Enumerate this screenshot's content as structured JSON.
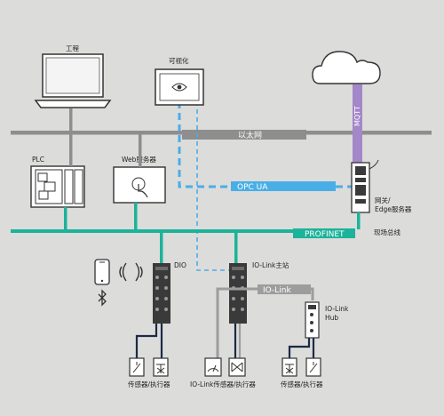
{
  "colors": {
    "background": "#dcdcdb",
    "ethernet": "#8e8e8e",
    "profinet": "#1bb39a",
    "opcua": "#4aaee6",
    "mqtt": "#a487c9",
    "io_link": "#9d9d9d",
    "sensor_line": "#1c2a44",
    "device_dark": "#3a3a3a"
  },
  "labels": {
    "engineering": "工程",
    "visualization": "可视化",
    "plc": "PLC",
    "web_server": "Web服务器",
    "gateway": "网关/\nEdge服务器",
    "fieldbus": "现场总线",
    "dio": "DIO",
    "io_link_master": "IO-Link主站",
    "io_link_hub": "IO-Link\nHub",
    "sensor_actuator_left": "传感器/执行器",
    "io_link_sensor_actuator": "IO-Link传感器/执行器",
    "sensor_actuator_right": "传感器/执行器"
  },
  "bands": {
    "ethernet": "以太网",
    "opcua": "OPC UA",
    "profinet": "PROFINET",
    "io_link": "IO-Link",
    "mqtt": "MQTT"
  },
  "icons": {
    "computer": "laptop-icon",
    "display": "eye-display-icon",
    "cloud": "cloud-icon",
    "plc": "plc-rack-icon",
    "web": "touch-panel-icon",
    "phone": "smartphone-icon",
    "wireless": "wireless-signal-icon",
    "bluetooth": "bluetooth-icon"
  }
}
